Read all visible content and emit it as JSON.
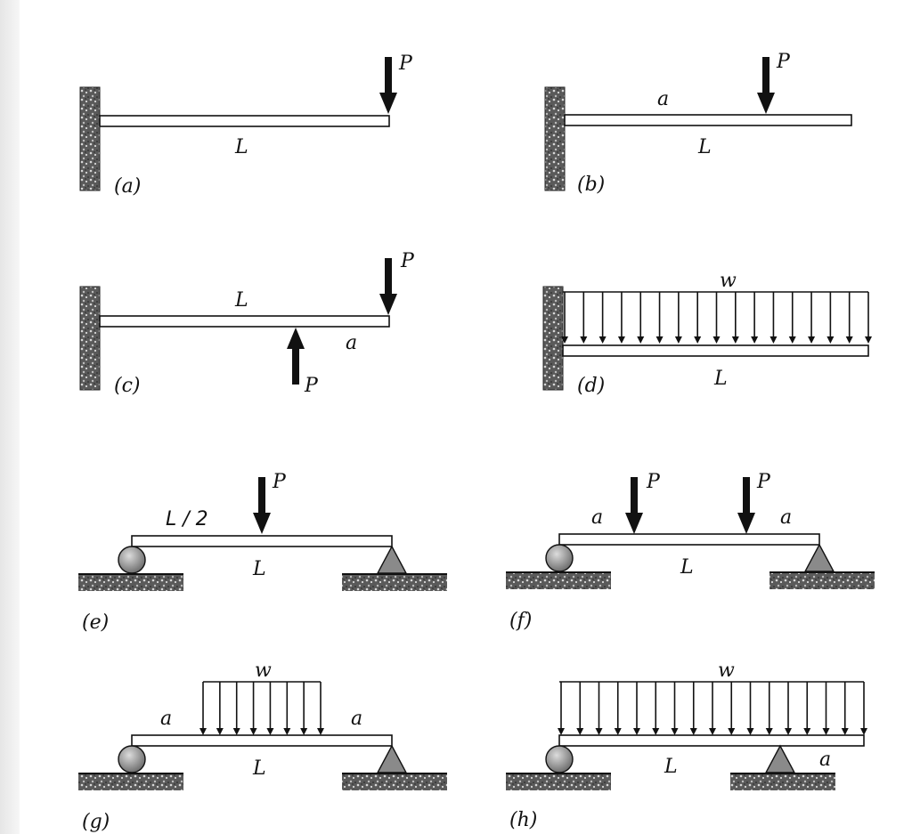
{
  "panels": {
    "a": {
      "caption": "(a)",
      "length_label": "L",
      "load_label": "P"
    },
    "b": {
      "caption": "(b)",
      "a_label": "a",
      "length_label": "L",
      "load_label": "P"
    },
    "c": {
      "caption": "(c)",
      "length_label": "L",
      "a_label": "a",
      "load_top_label": "P",
      "load_bottom_label": "P"
    },
    "d": {
      "caption": "(d)",
      "w_label": "w",
      "length_label": "L"
    },
    "e": {
      "caption": "(e)",
      "half_label": "L / 2",
      "length_label": "L",
      "load_label": "P"
    },
    "f": {
      "caption": "(f)",
      "a_left_label": "a",
      "a_right_label": "a",
      "length_label": "L",
      "load1_label": "P",
      "load2_label": "P"
    },
    "g": {
      "caption": "(g)",
      "w_label": "w",
      "a_left_label": "a",
      "a_right_label": "a",
      "length_label": "L"
    },
    "h": {
      "caption": "(h)",
      "w_label": "w",
      "length_label": "L",
      "a_label": "a"
    }
  }
}
